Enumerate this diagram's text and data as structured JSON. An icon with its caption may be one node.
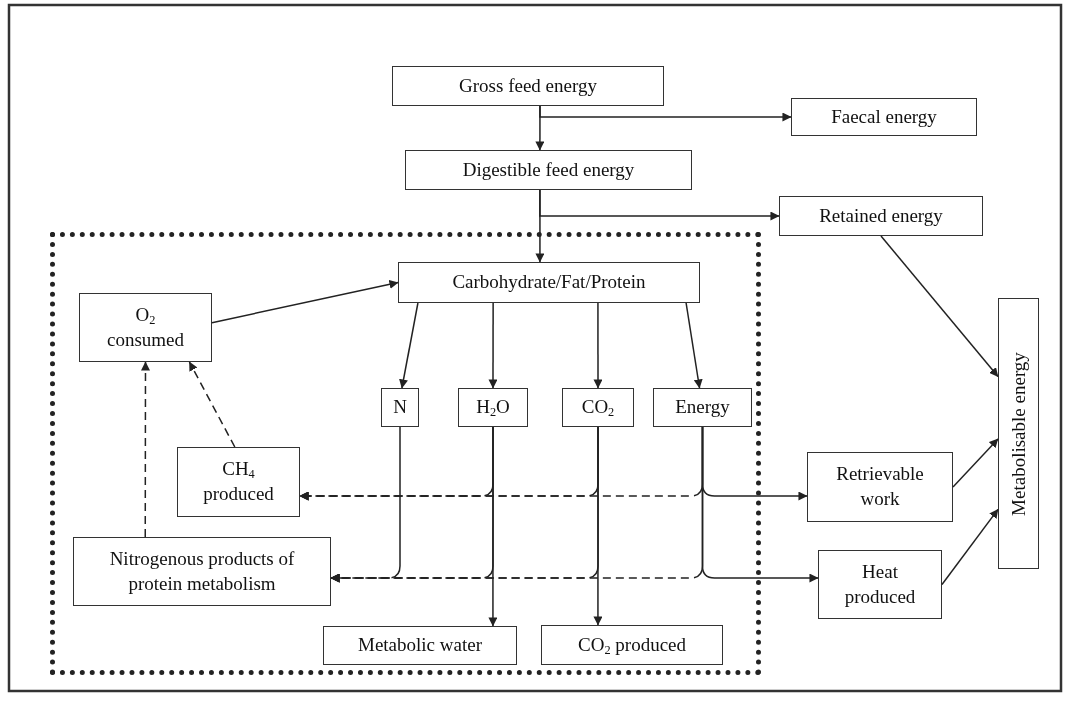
{
  "diagram": {
    "nodes": [
      {
        "text": [
          "Gross feed energy"
        ]
      },
      {
        "text": [
          "Faecal energy"
        ]
      },
      {
        "text": [
          "Digestible feed energy"
        ]
      },
      {
        "text": [
          "Retained energy"
        ]
      },
      {
        "text": [],
        "shape": "box"
      },
      {
        "text": [
          "Carbohydrate/Fat/Protein"
        ],
        "in": 4
      },
      {
        "text": [
          "O$_{2}$ consumed"
        ],
        "in": 4
      },
      {
        "text": [
          "N"
        ],
        "in": 4
      },
      {
        "text": [
          "H$_{2}$O"
        ],
        "in": 4
      },
      {
        "text": [
          "CO$_{2}$"
        ],
        "in": 4
      },
      {
        "text": [
          "Energy"
        ],
        "in": 4
      },
      {
        "text": [
          "CH$_{4}$ produced"
        ],
        "in": 4
      },
      {
        "text": [
          "Nitrogenous products of protein metabolism"
        ],
        "in": 4
      },
      {
        "text": [
          "Metabolic water"
        ],
        "in": 4
      },
      {
        "text": [
          "CO$_{2}$ produced"
        ],
        "in": 4
      },
      {
        "text": [
          "Retrievable work"
        ]
      },
      {
        "text": [
          "Heat produced"
        ]
      },
      {
        "text": [
          "Metabolisable energy"
        ]
      }
    ],
    "edges": [
      {
        "from": 0,
        "to": 2,
        "arrow": "to"
      },
      {
        "from": 0,
        "to": 1,
        "arrow": "to"
      },
      {
        "from": 2,
        "to": 5,
        "arrow": "to"
      },
      {
        "from": 2,
        "to": 3,
        "arrow": "to"
      },
      {
        "from": 3,
        "to": 17,
        "arrow": "to"
      },
      {
        "from": 6,
        "to": 5,
        "arrow": "to"
      },
      {
        "from": 5,
        "to": 7,
        "arrow": "to"
      },
      {
        "from": 5,
        "to": 8,
        "arrow": "to"
      },
      {
        "from": 5,
        "to": 9,
        "arrow": "to"
      },
      {
        "from": 5,
        "to": 10,
        "arrow": "to"
      },
      {
        "from": 12,
        "to": 6,
        "arrow": "to",
        "style": "dashed"
      },
      {
        "from": 11,
        "to": 6,
        "arrow": "to",
        "style": "dashed"
      },
      {
        "from": 8,
        "to": 11,
        "arrow": "to",
        "style": "dashed"
      },
      {
        "from": 9,
        "to": 11,
        "arrow": "to",
        "style": "dashed"
      },
      {
        "from": 10,
        "to": 11,
        "arrow": "to",
        "style": "dashed"
      },
      {
        "from": 10,
        "to": 15,
        "arrow": "to"
      },
      {
        "from": 7,
        "to": 12,
        "arrow": "to",
        "style": "dashed"
      },
      {
        "from": 8,
        "to": 12,
        "arrow": "to",
        "style": "dashed"
      },
      {
        "from": 9,
        "to": 12,
        "arrow": "to",
        "style": "dashed"
      },
      {
        "from": 10,
        "to": 12,
        "arrow": "to",
        "style": "dashed"
      },
      {
        "from": 10,
        "to": 16,
        "arrow": "to"
      },
      {
        "from": 8,
        "to": 13,
        "arrow": "to"
      },
      {
        "from": 9,
        "to": 14,
        "arrow": "to"
      },
      {
        "from": 15,
        "to": 17,
        "arrow": "to"
      },
      {
        "from": 16,
        "to": 17,
        "arrow": "to"
      }
    ]
  }
}
